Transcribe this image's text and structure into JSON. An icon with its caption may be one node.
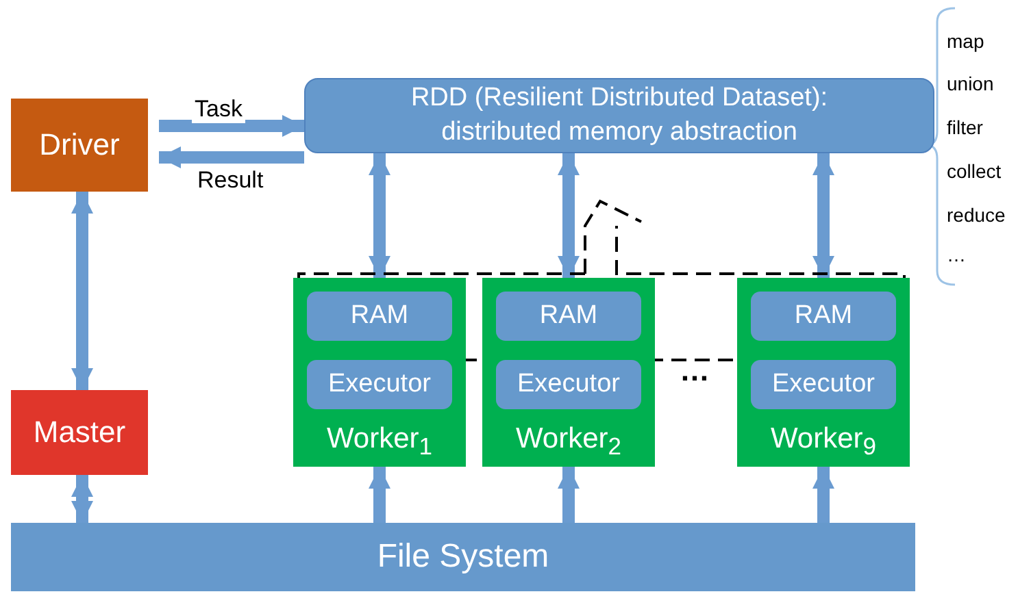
{
  "diagram": {
    "nodes": [
      {
        "text": [
          "Driver"
        ]
      },
      {
        "text": [
          "RDD (Resilient Distributed Dataset): distributed memory abstraction"
        ]
      },
      {
        "text": [
          "Master"
        ]
      },
      {
        "text": [
          "Worker$_{1}$"
        ]
      },
      {
        "text": [
          "RAM"
        ],
        "in": 3
      },
      {
        "text": [
          "Executor"
        ],
        "in": 3
      },
      {
        "text": [
          "Worker$_{2}$"
        ]
      },
      {
        "text": [
          "RAM"
        ],
        "in": 6
      },
      {
        "text": [
          "Executor"
        ],
        "in": 6
      },
      {
        "text": [
          "Worker$_{9}$"
        ]
      },
      {
        "text": [
          "RAM"
        ],
        "in": 9
      },
      {
        "text": [
          "Executor"
        ],
        "in": 9
      },
      {
        "text": [
          "File System"
        ]
      }
    ],
    "edges": [
      {
        "from": 0,
        "to": 1,
        "arrow": "to",
        "label": "Task"
      },
      {
        "from": 1,
        "to": 0,
        "arrow": "to",
        "label": "Result"
      },
      {
        "from": 0,
        "to": 2,
        "arrow": "both"
      },
      {
        "from": 1,
        "to": 3,
        "arrow": "both"
      },
      {
        "from": 1,
        "to": 6,
        "arrow": "both"
      },
      {
        "from": 1,
        "to": 9,
        "arrow": "both"
      },
      {
        "from": 2,
        "to": 12,
        "arrow": "both"
      },
      {
        "from": 12,
        "to": 3,
        "arrow": "to"
      },
      {
        "from": 12,
        "to": 6,
        "arrow": "to"
      },
      {
        "from": 12,
        "to": 9,
        "arrow": "to"
      }
    ],
    "labels": [
      "…",
      "map",
      "union",
      "filter",
      "collect",
      "reduce",
      "…"
    ]
  }
}
